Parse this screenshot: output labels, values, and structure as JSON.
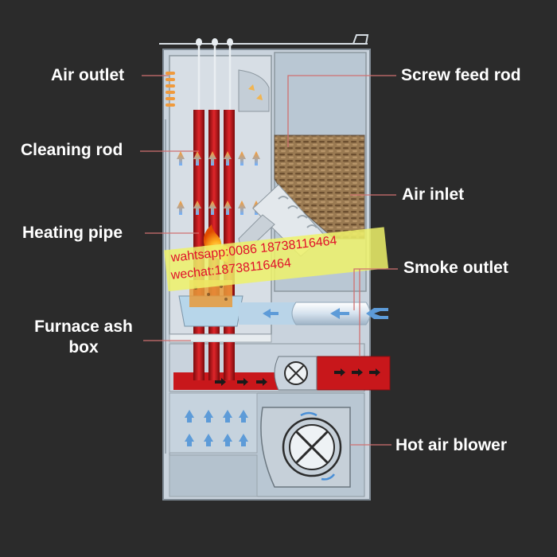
{
  "labels": {
    "air_outlet": "Air outlet",
    "cleaning_rod": "Cleaning rod",
    "heating_pipe": "Heating pipe",
    "furnace_ash_box_line1": "Furnace ash",
    "furnace_ash_box_line2": "box",
    "screw_feed_rod": "Screw feed rod",
    "air_inlet": "Air inlet",
    "smoke_outlet": "Smoke outlet",
    "hot_air_blower": "Hot air blower"
  },
  "watermark": {
    "line1": "wahtsapp:0086 18738116464",
    "line2": "wechat:18738116464"
  },
  "colors": {
    "background": "#2b2b2b",
    "casing": "#c9d3dd",
    "panel": "#b9c7d3",
    "heating_pipe": "#c8171b",
    "flue_box": "#c8171b",
    "pellets": "#8a6a45",
    "watermark_band": "#eef26a",
    "watermark_text": "#e0102a",
    "leader_line": "#d07070",
    "label_text": "#ffffff"
  },
  "icons": [
    "flame-icon",
    "fan-icon",
    "arrow-up-icon",
    "arrow-left-icon",
    "arrow-right-icon"
  ]
}
